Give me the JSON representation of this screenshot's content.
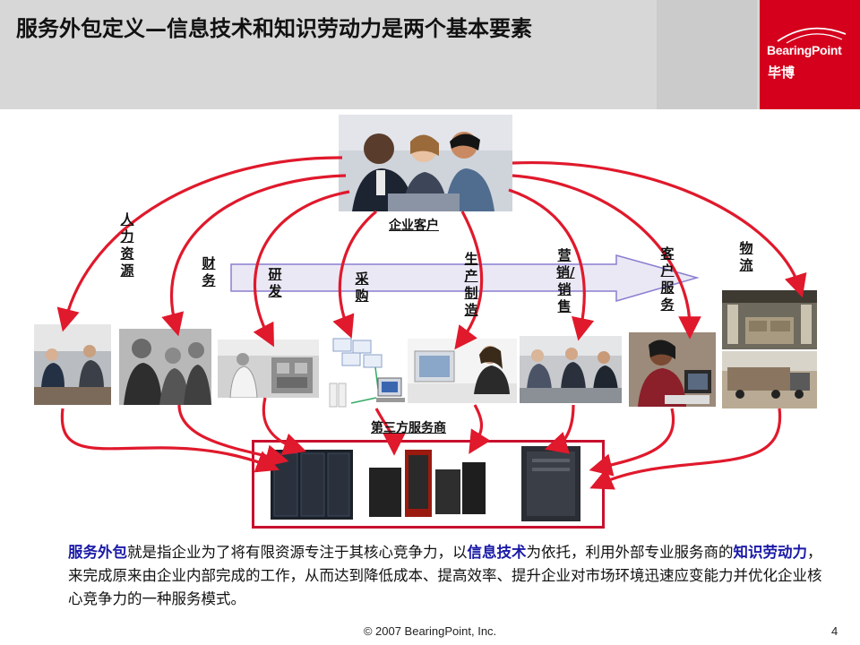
{
  "title": "服务外包定义—信息技术和知识劳动力是两个基本要素",
  "logo": {
    "name": "BearingPoint",
    "cn": "毕博",
    "color": "#d4001c"
  },
  "client_label": "企业客户",
  "vendor_label": "第三方服务商",
  "functions": [
    {
      "label": "人力资源"
    },
    {
      "label": "财务"
    },
    {
      "label": "研发"
    },
    {
      "label": "采购"
    },
    {
      "label": "生产制造"
    },
    {
      "label": "营销/销售"
    },
    {
      "label": "客户服务"
    },
    {
      "label": "物流"
    }
  ],
  "paragraph": {
    "p1": "服务外包",
    "p2": "就是指企业为了将有限资源专注于其核心竞争力，以",
    "p3": "信息技术",
    "p4": "为依托，利用外部专业服务商的",
    "p5": "知识劳动力",
    "p6": "，来完成原来由企业内部完成的工作，从而达到降低成本、提高效率、提升企业对市场环境迅速应变能力并优化企业核心竞争力的一种服务模式。"
  },
  "footer": "© 2007 BearingPoint, Inc.",
  "page_number": "4",
  "colors": {
    "arrow": "#e0192c",
    "highlight": "#1a1aa8",
    "box_border": "#c8102e",
    "band": "#ebe8f5"
  }
}
